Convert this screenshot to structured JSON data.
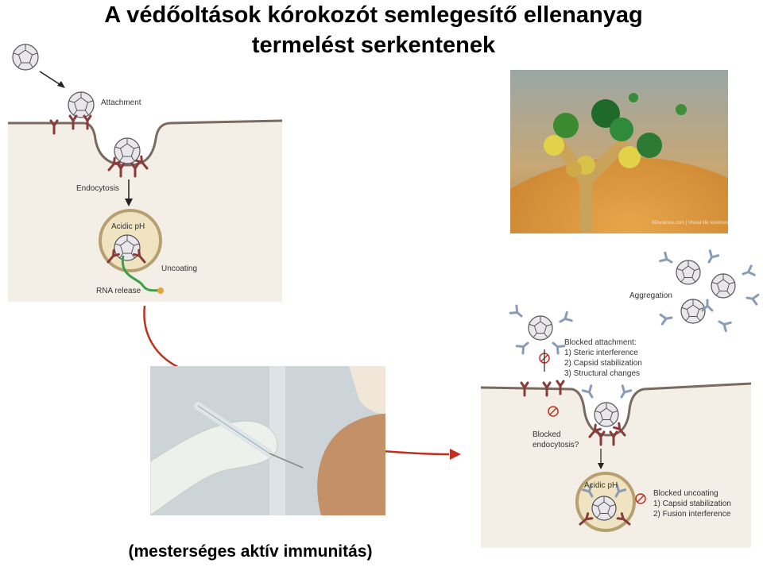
{
  "slide": {
    "title_line1": "A védőoltások kórokozót semlegesítő ellenanyag",
    "title_line2": "termelést serkentenek",
    "caption": "(mesterséges aktív immunitás)"
  },
  "left_panel": {
    "attachment": "Attachment",
    "endocytosis": "Endocytosis",
    "acidic_ph": "Acidic pH",
    "uncoating": "Uncoating",
    "rna_release": "RNA release"
  },
  "right_panel": {
    "aggregation": "Aggregation",
    "blocked_attachment": "Blocked attachment:",
    "steric": "1) Steric interference",
    "capsid_stab": "2) Capsid stabilization",
    "structural": "3) Structural changes",
    "blocked_endocytosis_1": "Blocked",
    "blocked_endocytosis_2": "endocytosis?",
    "acidic_ph": "Acidic pH",
    "blocked_uncoating": "Blocked uncoating",
    "capsid_stab_u": "1) Capsid stabilization",
    "fusion": "2) Fusion interference"
  },
  "photo_antibody": {
    "credit": "3Dscience.com | Visual life sciences"
  },
  "colors": {
    "cell": "#f3eee6",
    "membrane": "#7a6a60",
    "receptor": "#8b3a3a",
    "arrow_red": "#c0301f",
    "rna": "#3aa04a"
  }
}
